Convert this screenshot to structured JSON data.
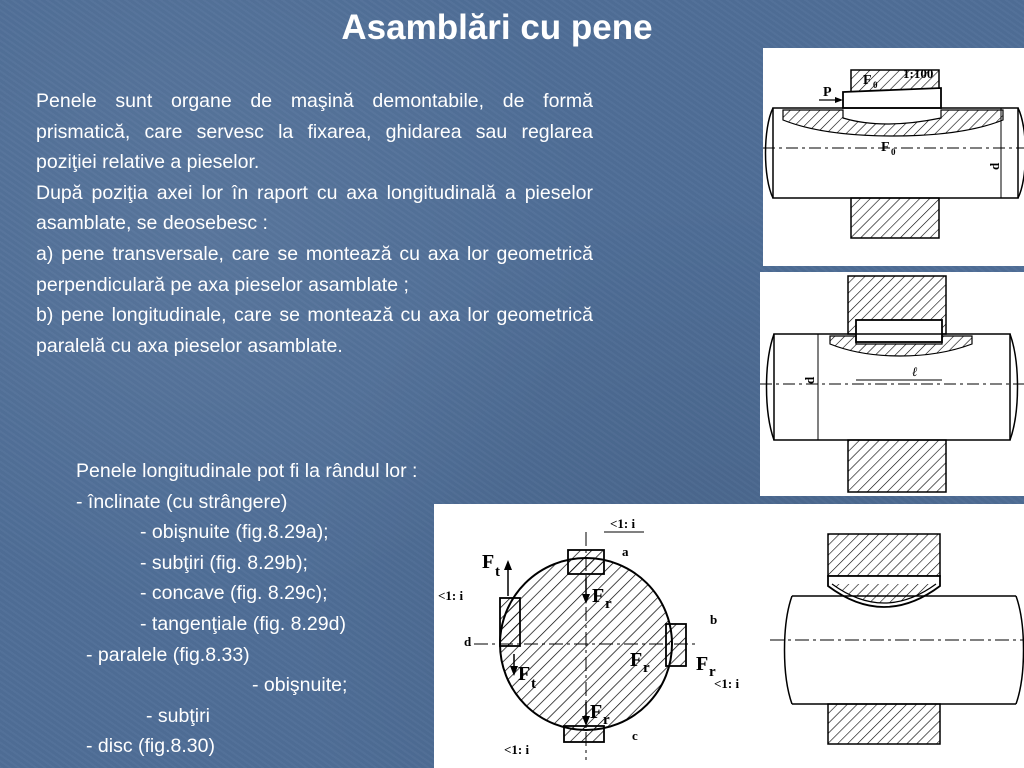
{
  "title": "Asamblări cu pene",
  "paragraphs": [
    "Penele sunt organe de maşină demontabile, de formă prismatică, care servesc la fixarea, ghidarea sau reglarea poziţiei relative a pieselor.",
    "După poziţia axei lor în raport cu axa longitudinală a pieselor asamblate, se deosebesc :",
    "a) pene transversale, care se montează cu axa lor geometrică perpendiculară pe axa pieselor asamblate ;",
    "b) pene longitudinale, care se montează cu axa lor geometrică paralelă cu axa pieselor asamblate."
  ],
  "list": {
    "intro": "Penele longitudinale pot fi la rândul lor :",
    "inclined": "- înclinate  (cu strângere)",
    "ordinary": "- obişnuite (fig.8.29a);",
    "thin": "- subţiri (fig. 8.29b);",
    "concave": "- concave (fig. 8.29c);",
    "tangential": "- tangenţiale (fig. 8.29d)",
    "parallel": "- paralele (fig.8.33)",
    "parallel_ordinary": "- obişnuite;",
    "parallel_thin": "- subţiri",
    "disc": "- disc (fig.8.30)"
  },
  "figures": {
    "fig1": {
      "slope": "1:100",
      "force_f0_top": "F",
      "force_f0_sub": "0",
      "force_p": "P",
      "dim_d": "d"
    },
    "fig2": {
      "dim_d": "d",
      "dim_l": "ℓ"
    },
    "fig3": {
      "slope_top": "<1: i",
      "slope_left": "<1: i",
      "slope_right": "<1: i",
      "slope_bottom": "<1: i",
      "label_a": "a",
      "label_b": "b",
      "label_c": "c",
      "label_d": "d",
      "force_F": "F",
      "sub_t": "t",
      "sub_r": "r"
    }
  }
}
